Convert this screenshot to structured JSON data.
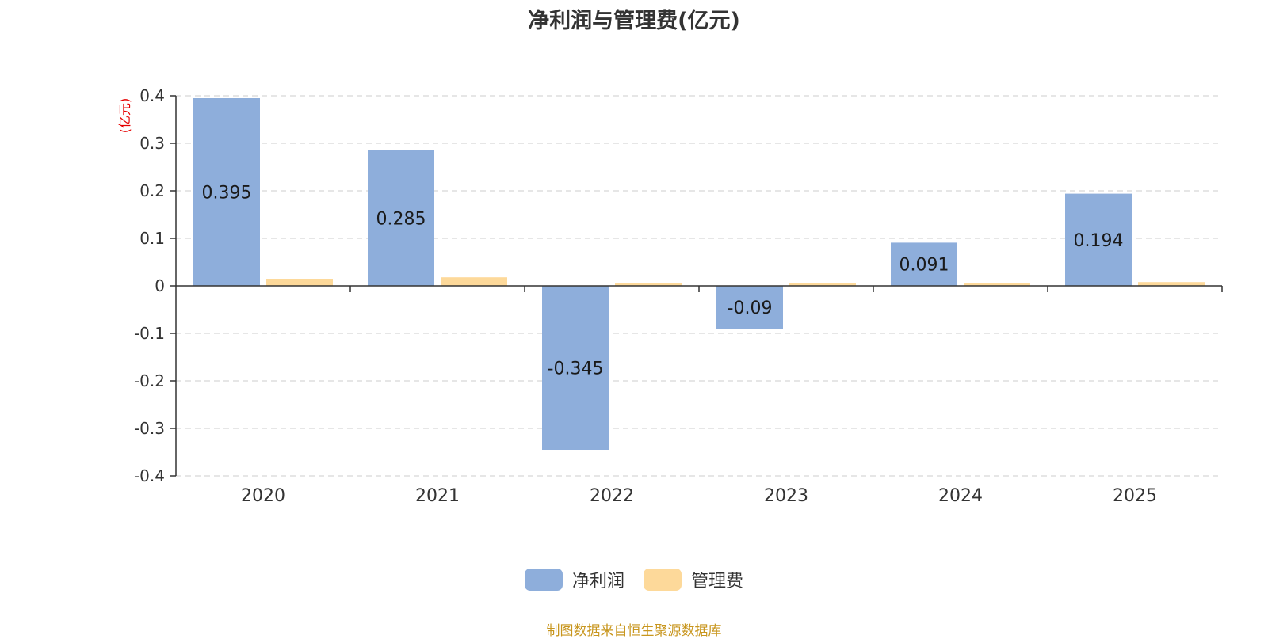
{
  "chart_data": {
    "type": "bar",
    "title": "净利润与管理费(亿元)",
    "ylabel": "(亿元)",
    "xlabel": "",
    "categories": [
      "2020",
      "2021",
      "2022",
      "2023",
      "2024",
      "2025"
    ],
    "series": [
      {
        "name": "净利润",
        "color": "#8eaedb",
        "values": [
          0.395,
          0.285,
          -0.345,
          -0.09,
          0.091,
          0.194
        ],
        "labels": [
          "0.395",
          "0.285",
          "-0.345",
          "-0.09",
          "0.091",
          "0.194"
        ]
      },
      {
        "name": "管理费",
        "color": "#fdd99a",
        "values": [
          0.015,
          0.018,
          0.006,
          0.005,
          0.006,
          0.008
        ]
      }
    ],
    "ylim": [
      -0.4,
      0.4
    ],
    "yticks": [
      "-0.4",
      "-0.3",
      "-0.2",
      "-0.1",
      "0",
      "0.1",
      "0.2",
      "0.3",
      "0.4"
    ],
    "grid": true,
    "legend_position": "bottom-center"
  },
  "source_note": "制图数据来自恒生聚源数据库"
}
